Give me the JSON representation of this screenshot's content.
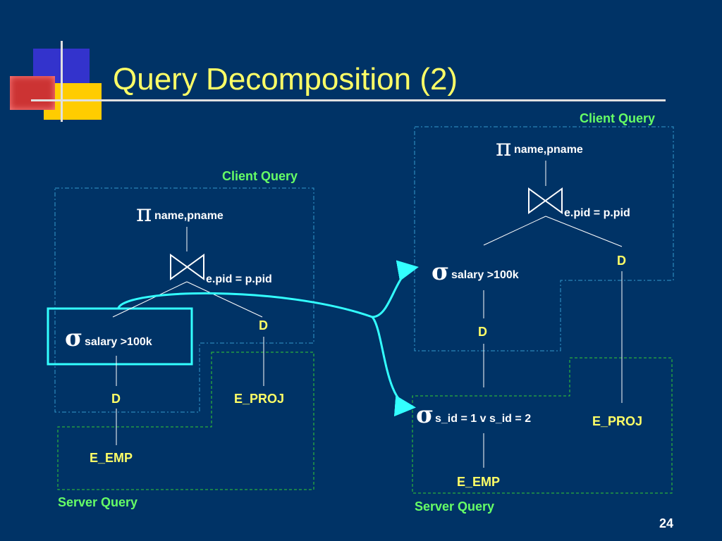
{
  "title": "Query Decomposition (2)",
  "page_number": "24",
  "symbols": {
    "pi": "π",
    "sigma": "σ"
  },
  "left_tree": {
    "client_label": "Client Query",
    "server_label": "Server Query",
    "projection": "name,pname",
    "join_condition": "e.pid = p.pid",
    "selection": "salary >100k",
    "d_left": "D",
    "d_right": "D",
    "relation_left": "E_EMP",
    "relation_right": "E_PROJ"
  },
  "right_tree": {
    "client_label": "Client Query",
    "server_label": "Server Query",
    "projection": "name,pname",
    "join_condition": "e.pid = p.pid",
    "selection": "salary >100k",
    "server_selection": "s_id = 1 v s_id = 2",
    "d_left": "D",
    "d_right": "D",
    "relation_left": "E_EMP",
    "relation_right": "E_PROJ"
  },
  "colors": {
    "background": "#003366",
    "title": "#FFFF66",
    "client_label": "#66FF66",
    "node_text": "#FFFFFF",
    "highlight": "#33FFFF",
    "client_border": "#3399CC",
    "server_border": "#33CC33",
    "logo_blue": "#3333CC",
    "logo_red": "#CC3333",
    "logo_yellow": "#FFCC00"
  }
}
